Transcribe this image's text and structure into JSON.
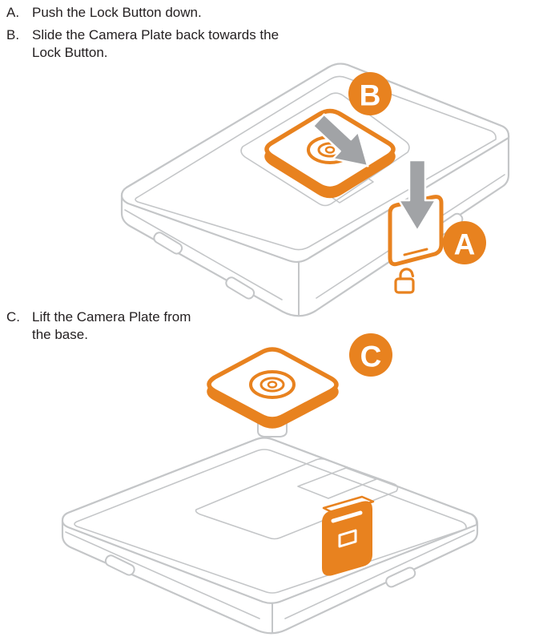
{
  "instructions": [
    {
      "label": "A.",
      "lines": [
        "Push the Lock Button down."
      ]
    },
    {
      "label": "B.",
      "lines": [
        "Slide the Camera Plate back towards the",
        "Lock Button."
      ]
    },
    {
      "label": "C.",
      "lines": [
        "Lift the Camera Plate from",
        "the base."
      ]
    }
  ],
  "badges": {
    "a": "A",
    "b": "B",
    "c": "C"
  },
  "colors": {
    "accent_orange": "#E8821F",
    "line_art_gray": "#C4C6C8",
    "arrow_gray": "#A1A3A6",
    "text_black": "#231F20"
  }
}
